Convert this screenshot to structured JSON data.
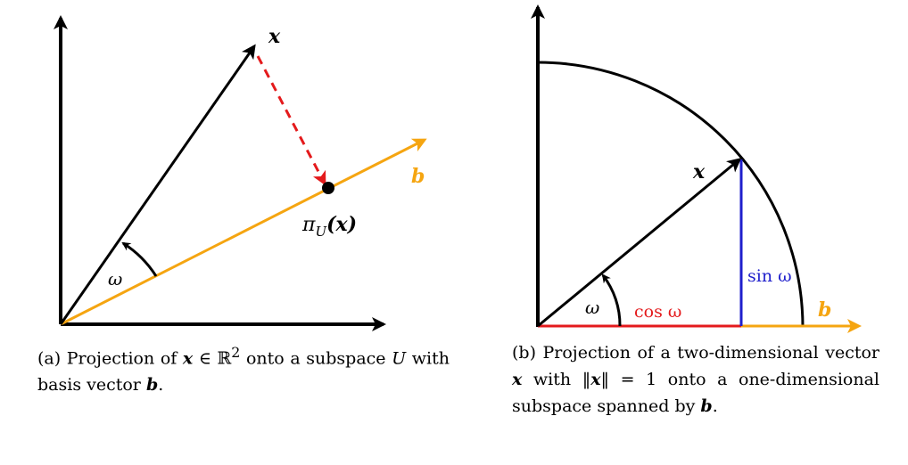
{
  "colors": {
    "axis": "#000000",
    "vector_x": "#000000",
    "basis_b": "#f5a511",
    "projection_arrow": "#e41a1c",
    "cos_segment": "#e41a1c",
    "sin_segment": "#1f1fcc",
    "angle_arc": "#000000"
  },
  "panel_a": {
    "label_x": "x",
    "label_b": "b",
    "label_omega": "ω",
    "label_proj": "π",
    "label_proj_sub": "U",
    "label_proj_arg": "(x)",
    "caption": {
      "t1": "(a) Projection of ",
      "x": "x",
      "t2": " ∈ ℝ",
      "sup": "2",
      "t3": " onto a subspace ",
      "U": "U",
      "t4": " with basis vector ",
      "b": "b",
      "t5": "."
    }
  },
  "panel_b": {
    "label_x": "x",
    "label_b": "b",
    "label_omega": "ω",
    "label_cos": "cos ω",
    "label_sin": "sin ω",
    "caption": {
      "t1": "(b) Projection of a two-dimensional vector ",
      "x": "x",
      "t2": " with ‖",
      "x2": "x",
      "t3": "‖ = 1 onto a one-dimensional subspace spanned by ",
      "b": "b",
      "t4": "."
    }
  }
}
